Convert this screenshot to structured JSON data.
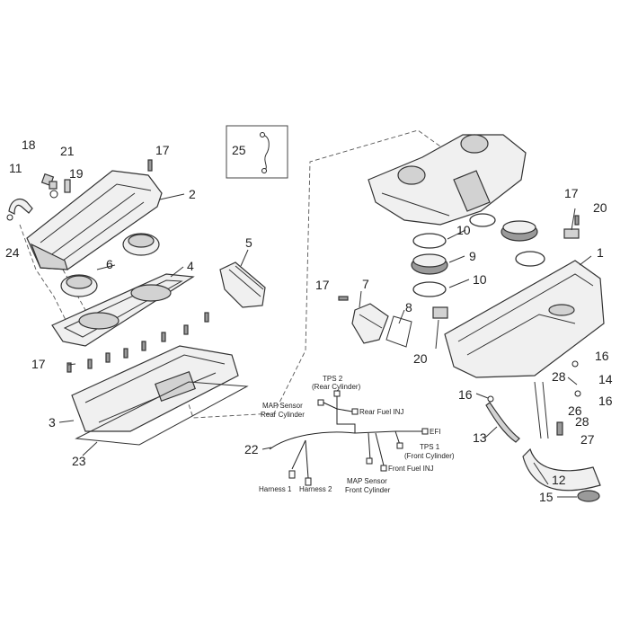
{
  "callouts": {
    "c1": "1",
    "c2": "2",
    "c3": "3",
    "c4": "4",
    "c5": "5",
    "c6": "6",
    "c7": "7",
    "c8": "8",
    "c9": "9",
    "c10a": "10",
    "c10b": "10",
    "c11": "11",
    "c12": "12",
    "c13": "13",
    "c14": "14",
    "c15": "15",
    "c16a": "16",
    "c16b": "16",
    "c16c": "16",
    "c17a": "17",
    "c17b": "17",
    "c17c": "17",
    "c17d": "17",
    "c18": "18",
    "c19": "19",
    "c20a": "20",
    "c20b": "20",
    "c21": "21",
    "c22": "22",
    "c23": "23",
    "c24": "24",
    "c25": "25",
    "c26": "26",
    "c27": "27",
    "c28a": "28",
    "c28b": "28"
  },
  "harness_labels": {
    "tps2_line1": "TPS 2",
    "tps2_line2": "(Rear Cylinder)",
    "map_rear_line1": "MAP Sensor",
    "map_rear_line2": "Rear Cylinder",
    "rear_fuel_inj": "Rear Fuel INJ",
    "efi": "EFI",
    "tps1_line1": "TPS 1",
    "tps1_line2": "(Front Cylinder)",
    "front_fuel_inj": "Front Fuel INJ",
    "map_front_line1": "MAP Sensor",
    "map_front_line2": "Front Cylinder",
    "harness1": "Harness 1",
    "harness2": "Harness 2"
  }
}
